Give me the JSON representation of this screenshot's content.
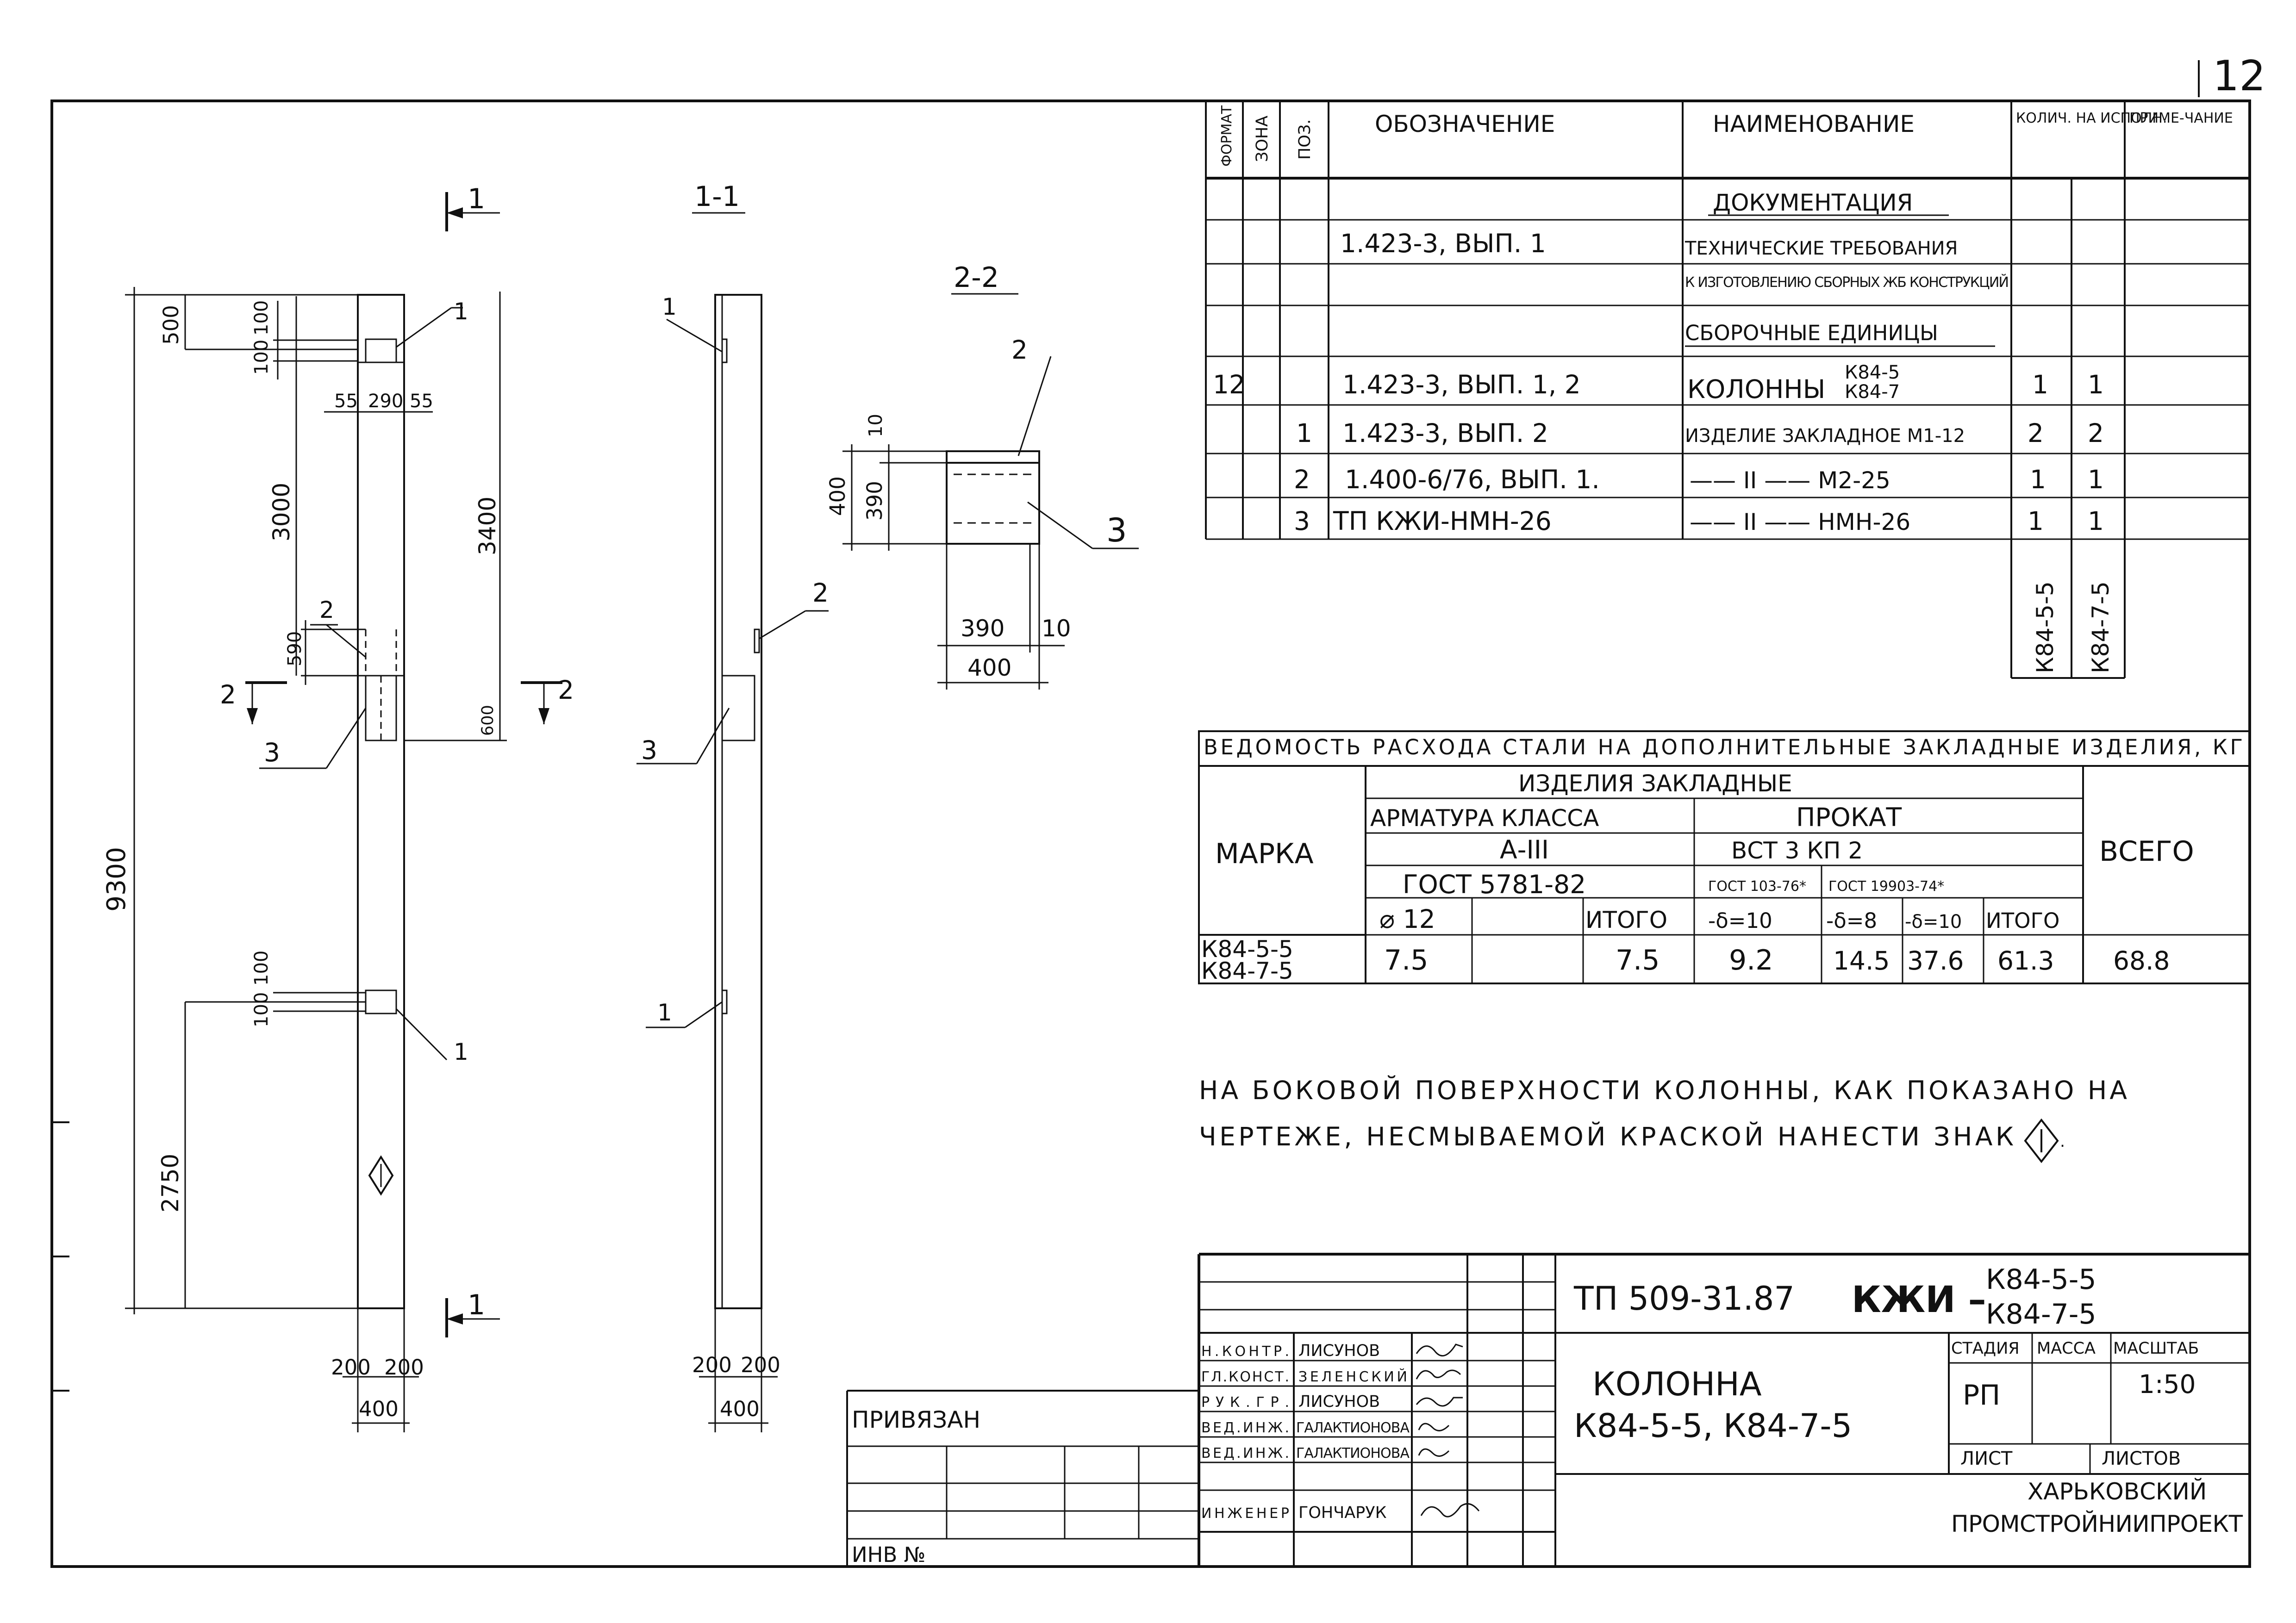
{
  "sheet_number": "12",
  "spec_table": {
    "headers": {
      "format": "ФОРМАТ",
      "zone": "ЗОНА",
      "pos": "ПОЗ.",
      "designation": "ОБОЗНАЧЕНИЕ",
      "name": "НАИМЕНОВАНИЕ",
      "qty": "КОЛИЧ. НА ИСПОЛН.",
      "note": "ПРИМЕ-ЧАНИЕ"
    },
    "rows": [
      {
        "format": "",
        "pos": "",
        "designation": "",
        "name": "ДОКУМЕНТАЦИЯ",
        "q1": "",
        "q2": ""
      },
      {
        "format": "",
        "pos": "",
        "designation": "1.423-3, ВЫП. 1",
        "name": "ТЕХНИЧЕСКИЕ ТРЕБОВАНИЯ",
        "q1": "",
        "q2": ""
      },
      {
        "format": "",
        "pos": "",
        "designation": "",
        "name": "К ИЗГОТОВЛЕНИЮ СБОРНЫХ ЖБ КОНСТРУКЦИЙ",
        "q1": "",
        "q2": ""
      },
      {
        "format": "",
        "pos": "",
        "designation": "",
        "name": "СБОРОЧНЫЕ ЕДИНИЦЫ",
        "q1": "",
        "q2": ""
      },
      {
        "format": "12",
        "pos": "",
        "designation": "1.423-3, ВЫП. 1, 2",
        "name": "КОЛОННЫ",
        "q1": "1",
        "q2": "1"
      },
      {
        "format": "",
        "pos": "1",
        "designation": "1.423-3, ВЫП. 2",
        "name": "ИЗДЕЛИЕ ЗАКЛАДНОЕ М1-12",
        "q1": "2",
        "q2": "2"
      },
      {
        "format": "",
        "pos": "2",
        "designation": "1.400-6/76, ВЫП. 1.",
        "name": "—— II —— М2-25",
        "q1": "1",
        "q2": "1"
      },
      {
        "format": "",
        "pos": "3",
        "designation": "ТП КЖИ-НМН-26",
        "name": "—— II —— НМН-26",
        "q1": "1",
        "q2": "1"
      }
    ],
    "column_names": [
      "К84-5",
      "К84-7"
    ],
    "executions": [
      "К84-5-5",
      "К84-7-5"
    ]
  },
  "steel_table": {
    "title": "ВЕДОМОСТЬ РАСХОДА СТАЛИ НА ДОПОЛНИТЕЛЬНЫЕ ЗАКЛАДНЫЕ ИЗДЕЛИЯ, КГ",
    "group": "ИЗДЕЛИЯ ЗАКЛАДНЫЕ",
    "marka": "МАРКА",
    "rebar": "АРМАТУРА КЛАССА",
    "rebar_class": "А-III",
    "rebar_gost": "ГОСТ 5781-82",
    "rolled": "ПРОКАТ",
    "rolled_grade": "ВСТ 3 КП 2",
    "gost_a": "ГОСТ 103-76*",
    "gost_b": "ГОСТ 19903-74*",
    "total": "ВСЕГО",
    "col_phi12": "⌀ 12",
    "col_itogo": "ИТОГО",
    "col_d10": "-δ=10",
    "col_d8": "-δ=8",
    "col_d10b": "-δ=10",
    "col_itogo2": "ИТОГО",
    "row_mark1": "К84-5-5",
    "row_mark2": "К84-7-5",
    "v_phi12": "7.5",
    "v_itogo": "7.5",
    "v_d10": "9.2",
    "v_d8": "14.5",
    "v_d10b": "37.6",
    "v_itogo2": "61.3",
    "v_total": "68.8"
  },
  "note_line1": "НА БОКОВОЙ ПОВЕРХНОСТИ КОЛОННЫ, КАК ПОКАЗАНО НА",
  "note_line2": "ЧЕРТЕЖЕ, НЕСМЫВАЕМОЙ КРАСКОЙ НАНЕСТИ ЗНАК",
  "drawing": {
    "sec11_mark": "1",
    "sec11_title": "1-1",
    "sec22_title": "2-2",
    "sec22_mark": "2",
    "dims_left": {
      "d500": "500",
      "d100a": "100",
      "d100b": "100",
      "d55a": "55",
      "d290": "290",
      "d55b": "55",
      "d3000": "3000",
      "d3400": "3400",
      "d590": "590",
      "d600": "600",
      "d9300": "9300",
      "d100c": "100",
      "d100d": "100",
      "d2750": "2750",
      "d200a": "200",
      "d200b": "200",
      "d400": "400"
    },
    "dims_mid": {
      "d200a": "200",
      "d200b": "200",
      "d400": "400"
    },
    "dims_22": {
      "d10": "10",
      "d400": "400",
      "d390": "390",
      "d390b": "390",
      "d10b": "10",
      "d400b": "400"
    },
    "pos": {
      "p1": "1",
      "p2": "2",
      "p3": "3"
    }
  },
  "title_block": {
    "project": "ТП 509-31.87",
    "code": "КЖИ –",
    "mark1": "К84-5-5",
    "mark2": "К84-7-5",
    "roles": [
      "Н.КОНТР.",
      "ГЛ.КОНСТ.",
      "РУК.ГР.",
      "ВЕД.ИНЖ.",
      "ВЕД.ИНЖ.",
      "ИНЖЕНЕР"
    ],
    "people": [
      "ЛИСУНОВ",
      "ЗЕЛЕНСКИЙ",
      "ЛИСУНОВ",
      "ГАЛАКТИОНОВА",
      "ГАЛАКТИОНОВА",
      "ГОНЧАРУК"
    ],
    "item_name": "КОЛОННА",
    "item_marks": "К84-5-5, К84-7-5",
    "stage_label": "СТАДИЯ",
    "mass_label": "МАССА",
    "scale_label": "МАСШТАБ",
    "stage": "РП",
    "scale": "1:50",
    "sheet_label": "ЛИСТ",
    "sheets_label": "ЛИСТОВ",
    "org1": "ХАРЬКОВСКИЙ",
    "org2": "ПРОМСТРОЙНИИПРОЕКТ",
    "bound_label": "ПРИВЯЗАН",
    "inv_label": "ИНВ №"
  }
}
